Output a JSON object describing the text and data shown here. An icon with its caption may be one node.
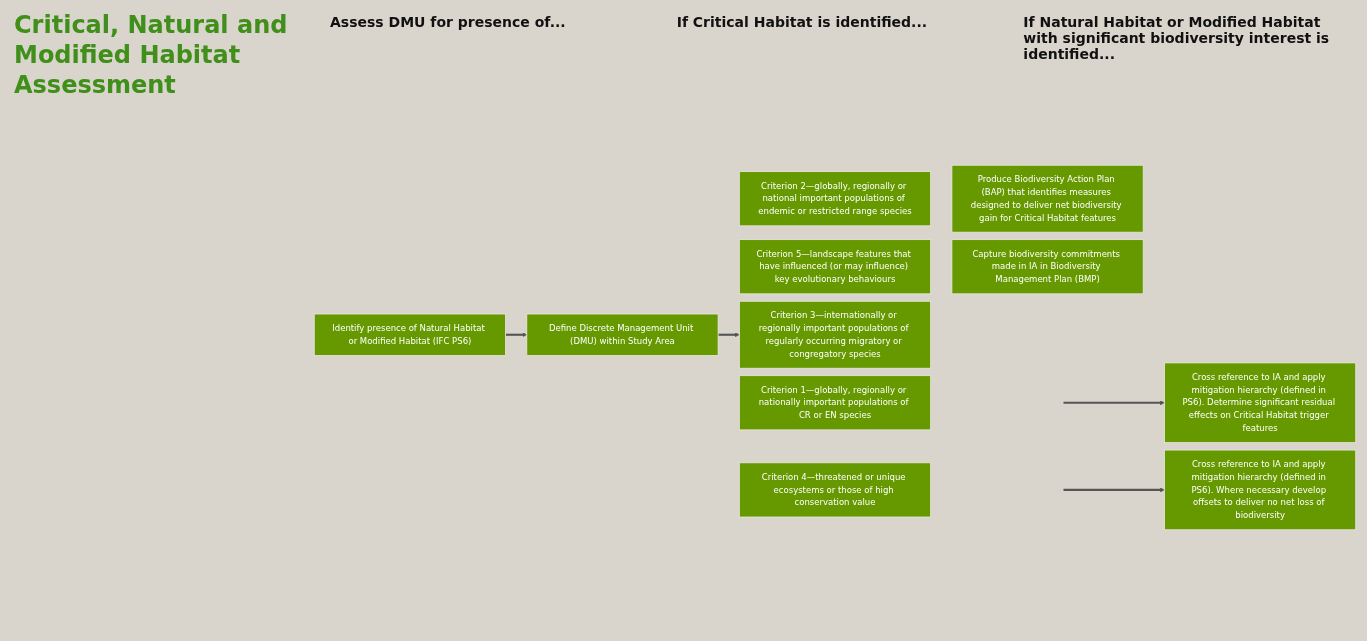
{
  "diagram": {
    "title": "Critical, Natural and Modified Habitat Assessment",
    "nodes": [
      {
        "text": [
          "Identify presence of Natural Habitat or Modified Habitat (IFC PS6)"
        ]
      },
      {
        "text": [
          "Define Discrete Management Unit (DMU) within Study Area"
        ]
      },
      {
        "text": [
          "Criterion 1—globally, regionally or nationally important populations of CR or EN species"
        ]
      },
      {
        "text": [
          "Criterion 2—globally, regionally or national important populations of endemic or restricted range species"
        ]
      },
      {
        "text": [
          "Criterion 3—internationally or regionally important populations of regularly occurring migratory or congregatory species"
        ]
      },
      {
        "text": [
          "Criterion 4—threatened or unique ecosystems or those of high conservation value"
        ]
      },
      {
        "text": [
          "Criterion 5—landscape features that have influenced (or may influence) key evolutionary behaviours"
        ]
      },
      {
        "text": [
          "Cross reference to IA and apply mitigation hierarchy (defined in PS6). Determine significant residual effects on Critical Habitat trigger features"
        ]
      },
      {
        "text": [
          "Produce Biodiversity Action Plan (BAP) that identifies measures designed to deliver net biodiversity gain for Critical Habitat features"
        ]
      },
      {
        "text": [
          "Cross reference to IA and apply mitigation hierarchy (defined in PS6). Where necessary develop offsets to deliver no net loss of biodiversity"
        ]
      },
      {
        "text": [
          "Capture biodiversity commitments made in IA in Biodiversity Management Plan (BMP)"
        ]
      }
    ],
    "edges": [
      {
        "from": 0,
        "to": 1,
        "arrow": "to"
      },
      {
        "from": 1,
        "to": 4,
        "arrow": "to"
      },
      {
        "from": null,
        "to": 7,
        "arrow": "to"
      },
      {
        "from": null,
        "to": 9,
        "arrow": "to"
      }
    ],
    "labels": [
      "Assess DMU for presence of...",
      "If Critical Habitat is identified...",
      "If Natural Habitat or Modified Habitat with significant biodiversity interest is identified..."
    ]
  }
}
